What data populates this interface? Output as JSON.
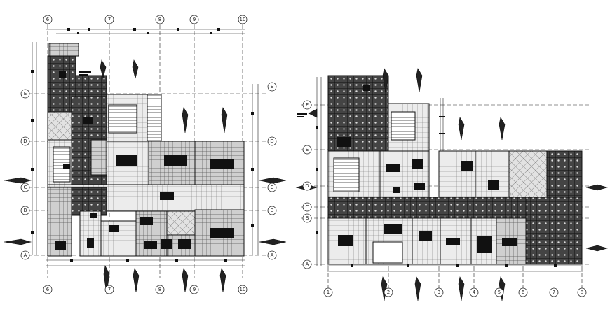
{
  "left_plan": {
    "top_grid_labels": [
      "6",
      "7",
      "8",
      "9",
      "10"
    ],
    "bottom_grid_labels": [
      "6",
      "7",
      "8",
      "9",
      "10"
    ],
    "left_grid_labels": [
      "E",
      "D",
      "C",
      "B",
      "A"
    ],
    "right_grid_labels": [
      "E",
      "D",
      "C",
      "B",
      "A"
    ]
  },
  "right_plan": {
    "left_grid_labels": [
      "F",
      "E",
      "D",
      "C",
      "B",
      "A"
    ],
    "bottom_grid_labels": [
      "1",
      "2",
      "3",
      "4",
      "5",
      "6",
      "7",
      "8"
    ]
  },
  "colors": {
    "line": "#1a1a1a",
    "dark_tile": "#3a3a3a",
    "light_tile": "#e6e6e6",
    "mid_tile": "#bdbdbd",
    "paper": "#ffffff"
  }
}
